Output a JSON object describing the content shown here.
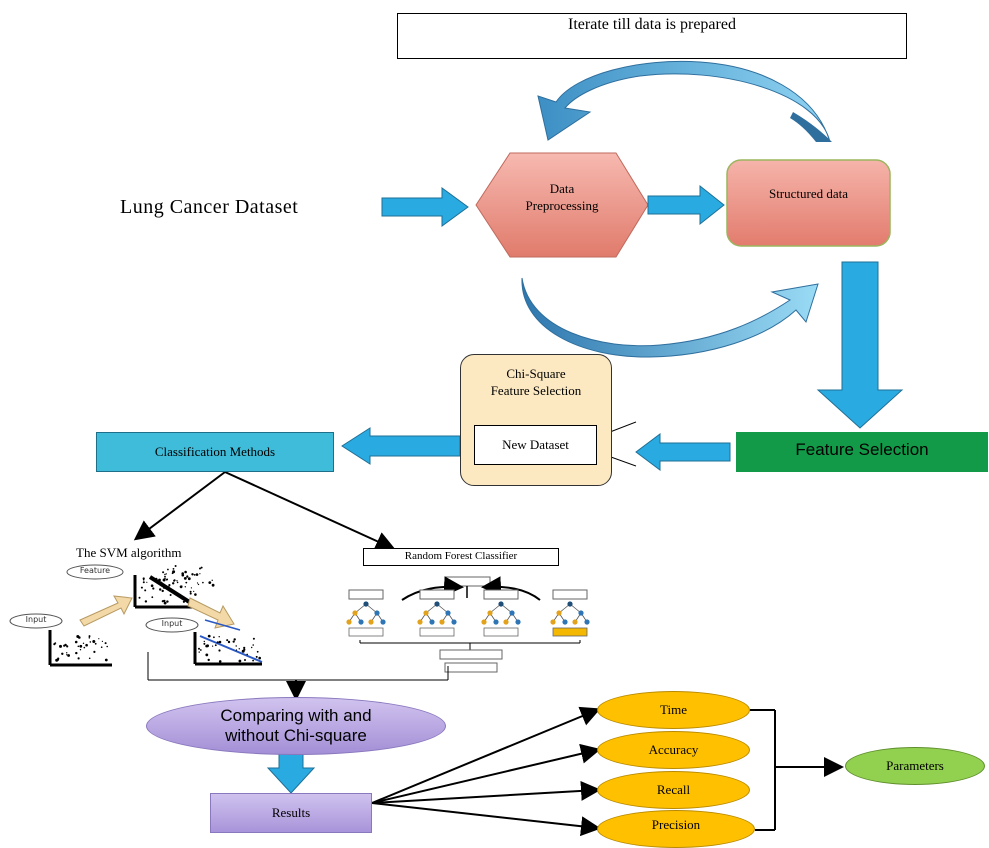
{
  "iterate_note": "Iterate till data is prepared",
  "dataset_label": "Lung Cancer Dataset",
  "preprocessing_label": "Data\nPreprocessing",
  "structured_label": "Structured data",
  "chi_square_label": "Chi-Square\nFeature Selection",
  "new_dataset_label": "New Dataset",
  "feature_selection_label": "Feature Selection",
  "classification_label": "Classification Methods",
  "svm_label": "The SVM algorithm",
  "svm_inset_labels": [
    "Input",
    "Feature",
    "Input"
  ],
  "rf_label": "Random Forest Classifier",
  "comparing_label": "Comparing with and\nwithout Chi-square",
  "results_label": "Results",
  "metrics": [
    "Time",
    "Accuracy",
    "Recall",
    "Precision"
  ],
  "parameters_label": "Parameters",
  "colors": {
    "blue_arrow": "#29ABE2",
    "hexagon": "#E8867A",
    "structured": "#E8867A",
    "chi_box": "#FCE9C2",
    "feature_green": "#139A48",
    "classification_box": "#3FBCD9",
    "comparing_oval": "#B9A6E0",
    "results_box": "#B7A4E0",
    "metric_oval": "#FFC000",
    "parameters_oval": "#92D050"
  }
}
